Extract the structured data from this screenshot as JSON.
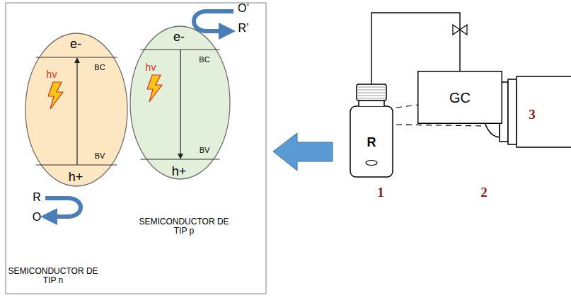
{
  "diagram": {
    "nodes": [
      {
        "text": [
          "e-",
          "BC",
          "hv",
          "BV",
          "h+",
          "SEMICONDUCTOR DE TIP n"
        ]
      },
      {
        "text": [
          "e-",
          "BC",
          "hv",
          "BV",
          "h+",
          "SEMICONDUCTOR DE TIP p"
        ]
      },
      {
        "text": [
          "R"
        ]
      },
      {
        "text": [
          "GC"
        ]
      }
    ],
    "edges": [
      {
        "from": 2,
        "to": 3,
        "arrow": "none"
      }
    ],
    "labels": [
      "O’",
      "R’",
      "R",
      "O",
      "1",
      "2",
      "3"
    ]
  }
}
